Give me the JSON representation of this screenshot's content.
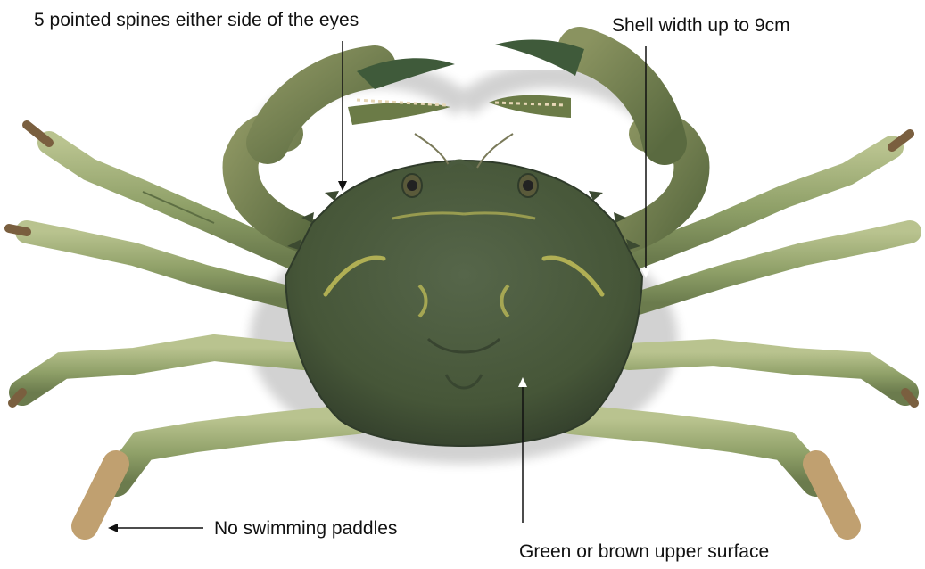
{
  "labels": {
    "spines": "5 pointed spines either side of the eyes",
    "shell_width": "Shell width up to 9cm",
    "paddles": "No swimming paddles",
    "surface": "Green or brown upper surface"
  },
  "colors": {
    "carapace": "#4a5a3e",
    "carapace_dark": "#2f3b2a",
    "carapace_yellow": "#c9c45a",
    "leg": "#8fa068",
    "leg_light": "#b5bf8a",
    "leg_dark": "#5d6e43",
    "claw": "#6b7b47",
    "claw_tip": "#3f5a3a",
    "tooth": "#e7d7b6",
    "arrow": "#111111"
  }
}
